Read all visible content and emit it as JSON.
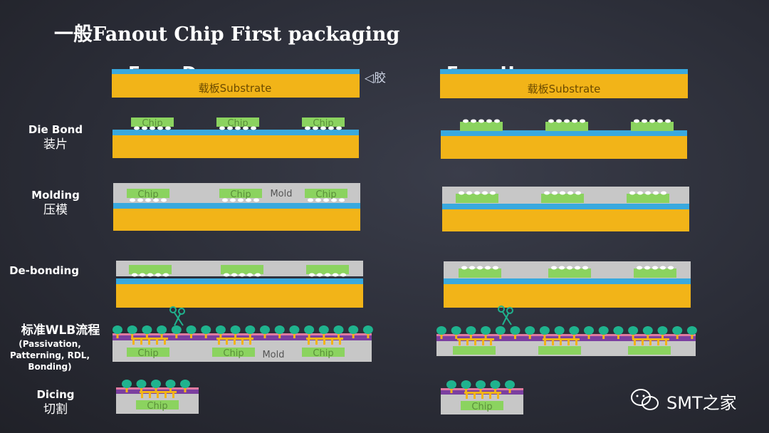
{
  "title": "一般Fanout Chip First packaging",
  "columns": {
    "left_header": "Face Down",
    "right_header": "Face Up"
  },
  "glue_label": "胶",
  "substrate_label": "载板Substrate",
  "chip_label": "Chip",
  "mold_label": "Mold",
  "steps": [
    {
      "en": "Die Bond",
      "cn": "装片"
    },
    {
      "en": "Molding",
      "cn": "压模"
    },
    {
      "en": "De-bonding",
      "cn": ""
    },
    {
      "cn_title": "标准WLB流程",
      "detail": "(Passivation, Patterning, RDL, Bonding)"
    },
    {
      "en": "Dicing",
      "cn": "切割"
    }
  ],
  "watermark": "SMT之家",
  "colors": {
    "substrate": "#f2b418",
    "glue": "#39a9de",
    "chip": "#8bd35f",
    "mold": "#c7c7c7",
    "passivation": "#7b3fa0",
    "rdl": "#f2b418",
    "bump": "#1fb38e"
  }
}
